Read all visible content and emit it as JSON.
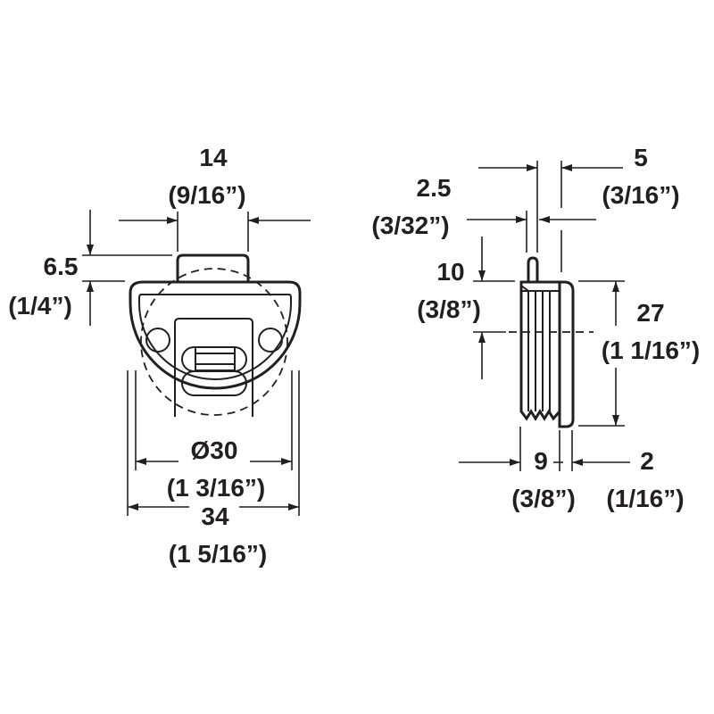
{
  "drawing": {
    "front_view": {
      "tab_width": {
        "metric": "14",
        "imperial": "(9/16”)"
      },
      "tab_height": {
        "metric": "6.5",
        "imperial": "(1/4”)"
      },
      "diameter": {
        "metric": "Ø30",
        "imperial": "(1 3/16”)"
      },
      "overall_width": {
        "metric": "34",
        "imperial": "(1 5/16”)"
      }
    },
    "side_view": {
      "tab_thickness": {
        "metric": "2.5",
        "imperial": "(3/32”)"
      },
      "top_depth": {
        "metric": "5",
        "imperial": "(3/16”)"
      },
      "tab_to_center": {
        "metric": "10",
        "imperial": "(3/8”)"
      },
      "overall_height": {
        "metric": "27",
        "imperial": "(1 1/16”)"
      },
      "body_depth": {
        "metric": "9",
        "imperial": "(3/8”)"
      },
      "flange_thickness": {
        "metric": "2",
        "imperial": "(1/16”)"
      }
    },
    "colors": {
      "line": "#231f20",
      "background": "#ffffff"
    }
  }
}
